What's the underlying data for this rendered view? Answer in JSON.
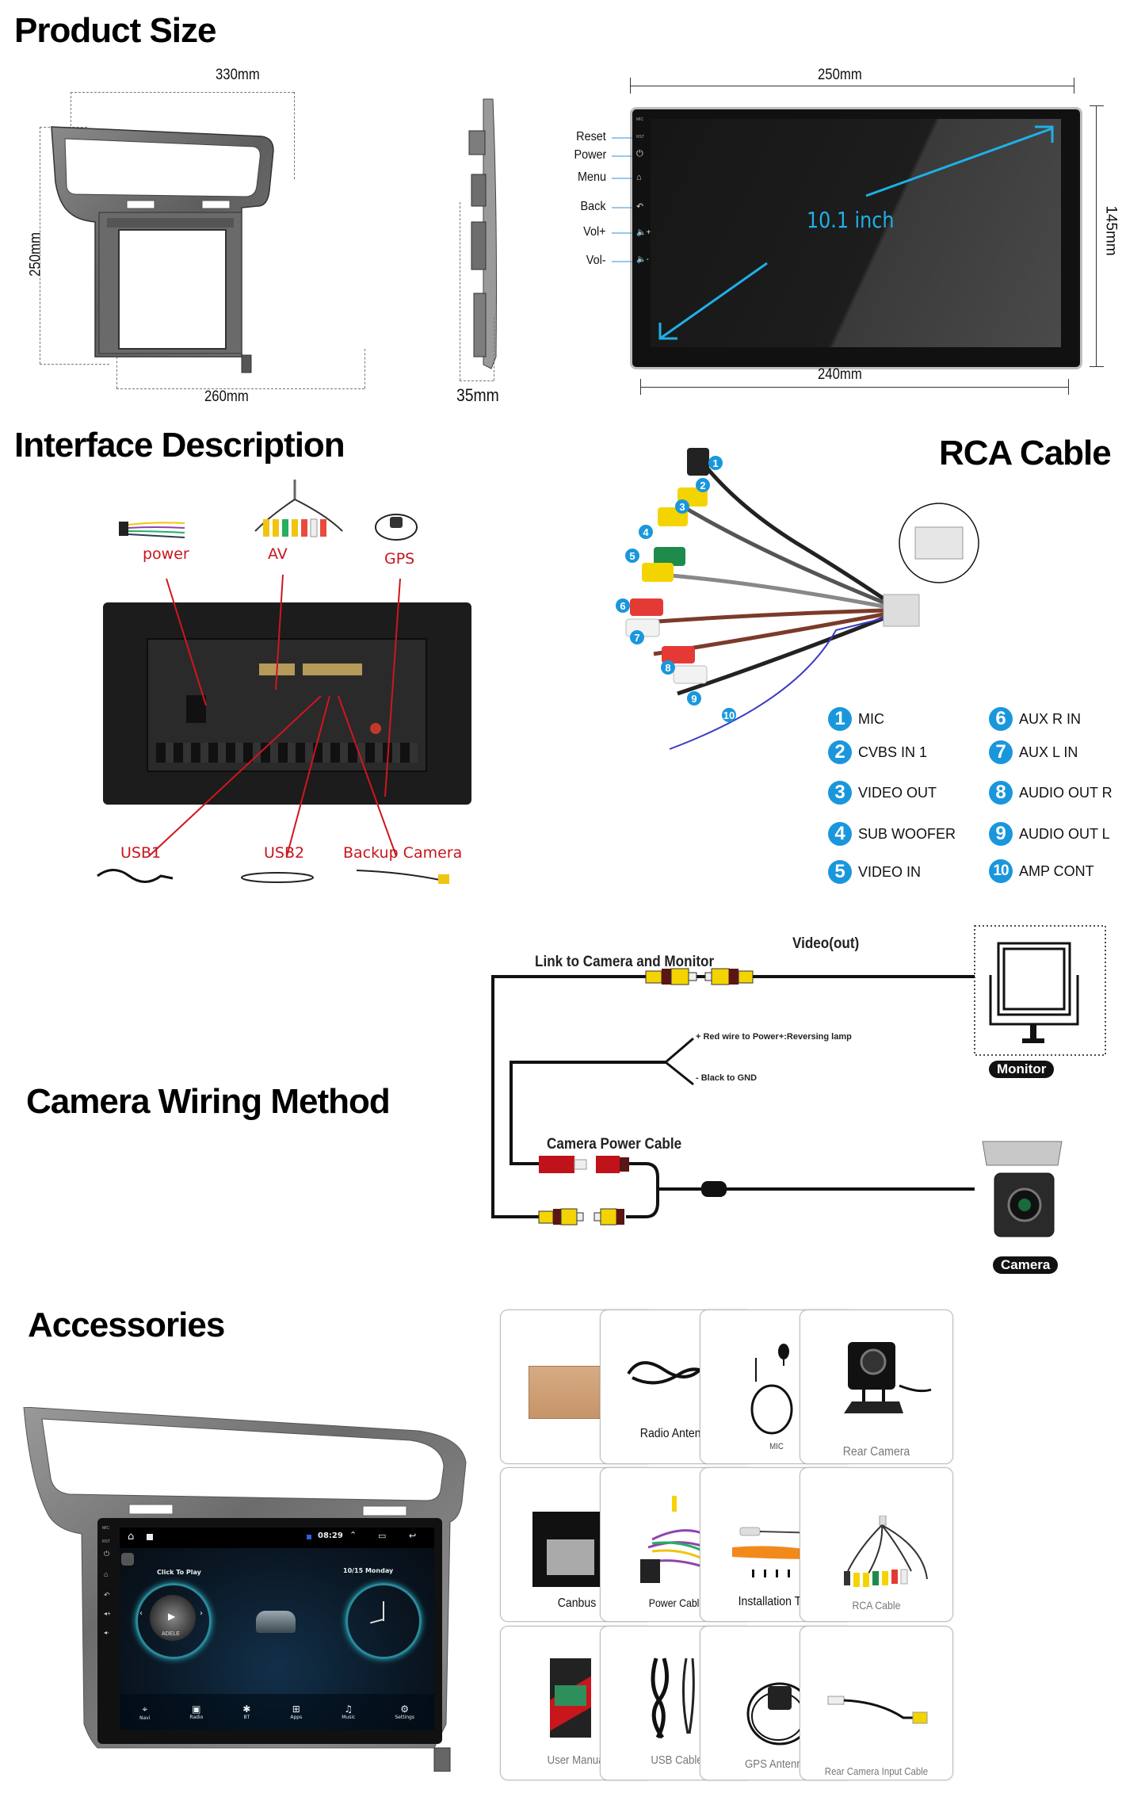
{
  "sections": {
    "product_size": {
      "title": "Product Size",
      "frame": {
        "width_label": "330mm",
        "height_label": "250mm",
        "bottom_label": "260mm"
      },
      "profile": {
        "depth_label": "35mm"
      },
      "screen": {
        "top_label": "250mm",
        "bottom_label": "240mm",
        "side_label": "145mm",
        "diagonal_label": "10.1 inch",
        "accent_color": "#1fb0e6",
        "button_labels": [
          "Reset",
          "Power",
          "Menu",
          "Back",
          "Vol+",
          "Vol-"
        ],
        "tiny_labels": [
          "MIC",
          "RST"
        ]
      }
    },
    "interface": {
      "title": "Interface Description",
      "label_color": "#c8161d",
      "top_labels": [
        "power",
        "AV",
        "GPS"
      ],
      "bottom_labels": [
        "USB1",
        "USB2",
        "Backup Camera"
      ]
    },
    "rca": {
      "title": "RCA Cable",
      "badge_color": "#1a97dc",
      "items": [
        {
          "num": "1",
          "label": "MIC"
        },
        {
          "num": "2",
          "label": "CVBS IN 1"
        },
        {
          "num": "3",
          "label": "VIDEO OUT"
        },
        {
          "num": "4",
          "label": "SUB WOOFER"
        },
        {
          "num": "5",
          "label": "VIDEO IN"
        },
        {
          "num": "6",
          "label": "AUX R IN"
        },
        {
          "num": "7",
          "label": "AUX L IN"
        },
        {
          "num": "8",
          "label": "AUDIO OUT R"
        },
        {
          "num": "9",
          "label": "AUDIO OUT L"
        },
        {
          "num": "10",
          "label": "AMP CONT"
        }
      ]
    },
    "camera_wiring": {
      "title": "Camera Wiring Method",
      "video_out_label": "Video(out)",
      "link_label": "Link to Camera and Monitor",
      "red_wire_label": "+ Red wire to Power+:Reversing lamp",
      "black_wire_label": "- Black to GND",
      "power_cable_label": "Camera Power Cable",
      "monitor_label": "Monitor",
      "camera_label": "Camera"
    },
    "accessories": {
      "title": "Accessories",
      "head_unit": {
        "time": "08:29",
        "click_to_play": "Click To Play",
        "date": "10/15 Monday",
        "album_text": "ADELE",
        "dock": [
          "Navi",
          "Radio",
          "BT",
          "Apps",
          "Music",
          "Settings"
        ],
        "side_labels": [
          "MIC",
          "RST"
        ]
      },
      "items": [
        {
          "label": "",
          "icon": "box-icon"
        },
        {
          "label": "Radio Antenna",
          "icon": "radio-antenna-icon"
        },
        {
          "label": "MIC",
          "icon": "mic-icon"
        },
        {
          "label": "Rear Camera",
          "icon": "rear-camera-icon"
        },
        {
          "label": "Canbus",
          "icon": "canbus-icon"
        },
        {
          "label": "Power Cable",
          "icon": "power-cable-icon"
        },
        {
          "label": "Installation Tool",
          "icon": "installation-tool-icon"
        },
        {
          "label": "RCA Cable",
          "icon": "rca-cable-icon"
        },
        {
          "label": "User Manual",
          "icon": "user-manual-icon"
        },
        {
          "label": "USB Cable",
          "icon": "usb-cable-icon"
        },
        {
          "label": "GPS Antenna",
          "icon": "gps-antenna-icon"
        },
        {
          "label": "Rear Camera Input Cable",
          "icon": "rear-camera-input-cable-icon"
        }
      ]
    }
  }
}
